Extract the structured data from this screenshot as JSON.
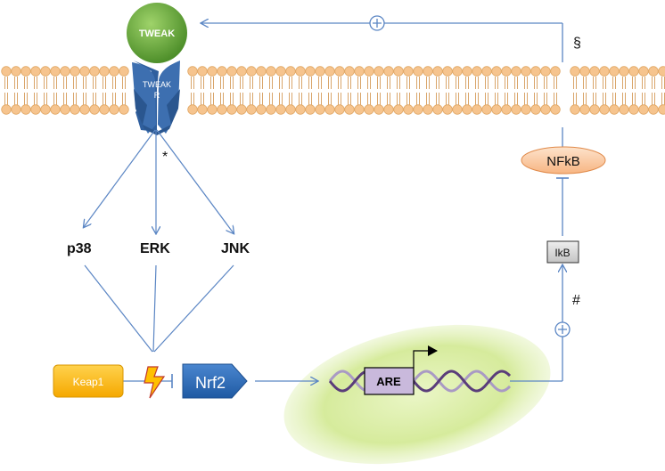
{
  "ligand": {
    "label": "TWEAK"
  },
  "receptor": {
    "label_line1": "TWEAK",
    "label_line2": "R"
  },
  "kinases": {
    "p38": "p38",
    "erk": "ERK",
    "jnk": "JNK"
  },
  "nodes": {
    "keap1": "Keap1",
    "nrf2": "Nrf2",
    "are": "ARE",
    "ikb": "IkB",
    "nfkb": "NFkB"
  },
  "annotations": {
    "asterisk": "*",
    "section": "§",
    "hash": "#"
  },
  "colors": {
    "arrow": "#5b86c4",
    "membrane_head": "#f6c48e",
    "membrane_tail": "#d9a56a",
    "receptor": "#3d6fb0",
    "ligand": "#6fae3a",
    "keap1": "#ffc000",
    "nrf2": "#2e6bb8",
    "nfkb": "#fac79a",
    "ikb": "#d6d6d6",
    "nucleus": "#d7ec9e",
    "dna_dark": "#5a3d7a",
    "dna_light": "#a99ac4"
  }
}
